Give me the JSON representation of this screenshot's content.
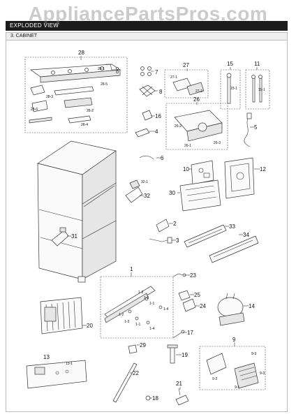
{
  "watermark": "AppliancePartsPros.com",
  "header": {
    "title": "EXPLODED VIEW"
  },
  "section": {
    "title": "3. CABINET"
  },
  "callouts": [
    {
      "key": "p28",
      "label": "28"
    },
    {
      "key": "p28_1",
      "label": "28-1"
    },
    {
      "key": "p28_5",
      "label": "28-5"
    },
    {
      "key": "p28_3",
      "label": "28-3"
    },
    {
      "key": "p28_6",
      "label": "28-6"
    },
    {
      "key": "p28_2",
      "label": "28-2"
    },
    {
      "key": "p28_4",
      "label": "28-4"
    },
    {
      "key": "p7",
      "label": "7"
    },
    {
      "key": "p8",
      "label": "8"
    },
    {
      "key": "p27",
      "label": "27"
    },
    {
      "key": "p27_1",
      "label": "27-1"
    },
    {
      "key": "p27_2",
      "label": "27-2"
    },
    {
      "key": "p15",
      "label": "15"
    },
    {
      "key": "p15_1",
      "label": "15-1"
    },
    {
      "key": "p11",
      "label": "11"
    },
    {
      "key": "p11_1",
      "label": "11-1"
    },
    {
      "key": "p16",
      "label": "16"
    },
    {
      "key": "p26",
      "label": "26"
    },
    {
      "key": "p26_2",
      "label": "26-2"
    },
    {
      "key": "p26_1",
      "label": "26-1"
    },
    {
      "key": "p26_3",
      "label": "26-3"
    },
    {
      "key": "p4",
      "label": "4"
    },
    {
      "key": "p5",
      "label": "5"
    },
    {
      "key": "p6",
      "label": "6"
    },
    {
      "key": "p10",
      "label": "10"
    },
    {
      "key": "p12",
      "label": "12"
    },
    {
      "key": "p32_1",
      "label": "32-1"
    },
    {
      "key": "p32",
      "label": "32"
    },
    {
      "key": "p30",
      "label": "30"
    },
    {
      "key": "p2",
      "label": "2"
    },
    {
      "key": "p33",
      "label": "33"
    },
    {
      "key": "p31",
      "label": "31"
    },
    {
      "key": "p3",
      "label": "3"
    },
    {
      "key": "p34",
      "label": "34"
    },
    {
      "key": "p1",
      "label": "1"
    },
    {
      "key": "p23",
      "label": "23"
    },
    {
      "key": "p1_2a",
      "label": "1-2"
    },
    {
      "key": "p1_3a",
      "label": "1-3"
    },
    {
      "key": "p1_1a",
      "label": "1-1"
    },
    {
      "key": "p1_4a",
      "label": "1-4"
    },
    {
      "key": "p25",
      "label": "25"
    },
    {
      "key": "p1_2b",
      "label": "1-2"
    },
    {
      "key": "p1_3b",
      "label": "1-3"
    },
    {
      "key": "p1_1b",
      "label": "1-1"
    },
    {
      "key": "p1_4b",
      "label": "1-4"
    },
    {
      "key": "p24",
      "label": "24"
    },
    {
      "key": "p14",
      "label": "14"
    },
    {
      "key": "p20",
      "label": "20"
    },
    {
      "key": "p17",
      "label": "17"
    },
    {
      "key": "p9",
      "label": "9"
    },
    {
      "key": "p13",
      "label": "13"
    },
    {
      "key": "p13_1",
      "label": "13-1"
    },
    {
      "key": "p29",
      "label": "29"
    },
    {
      "key": "p19",
      "label": "19"
    },
    {
      "key": "p9_3",
      "label": "9-3"
    },
    {
      "key": "p9_2",
      "label": "9-2"
    },
    {
      "key": "p9_1",
      "label": "9-1"
    },
    {
      "key": "p9_3b",
      "label": "9-3"
    },
    {
      "key": "p22",
      "label": "22"
    },
    {
      "key": "p21",
      "label": "21"
    },
    {
      "key": "p18",
      "label": "18"
    }
  ]
}
